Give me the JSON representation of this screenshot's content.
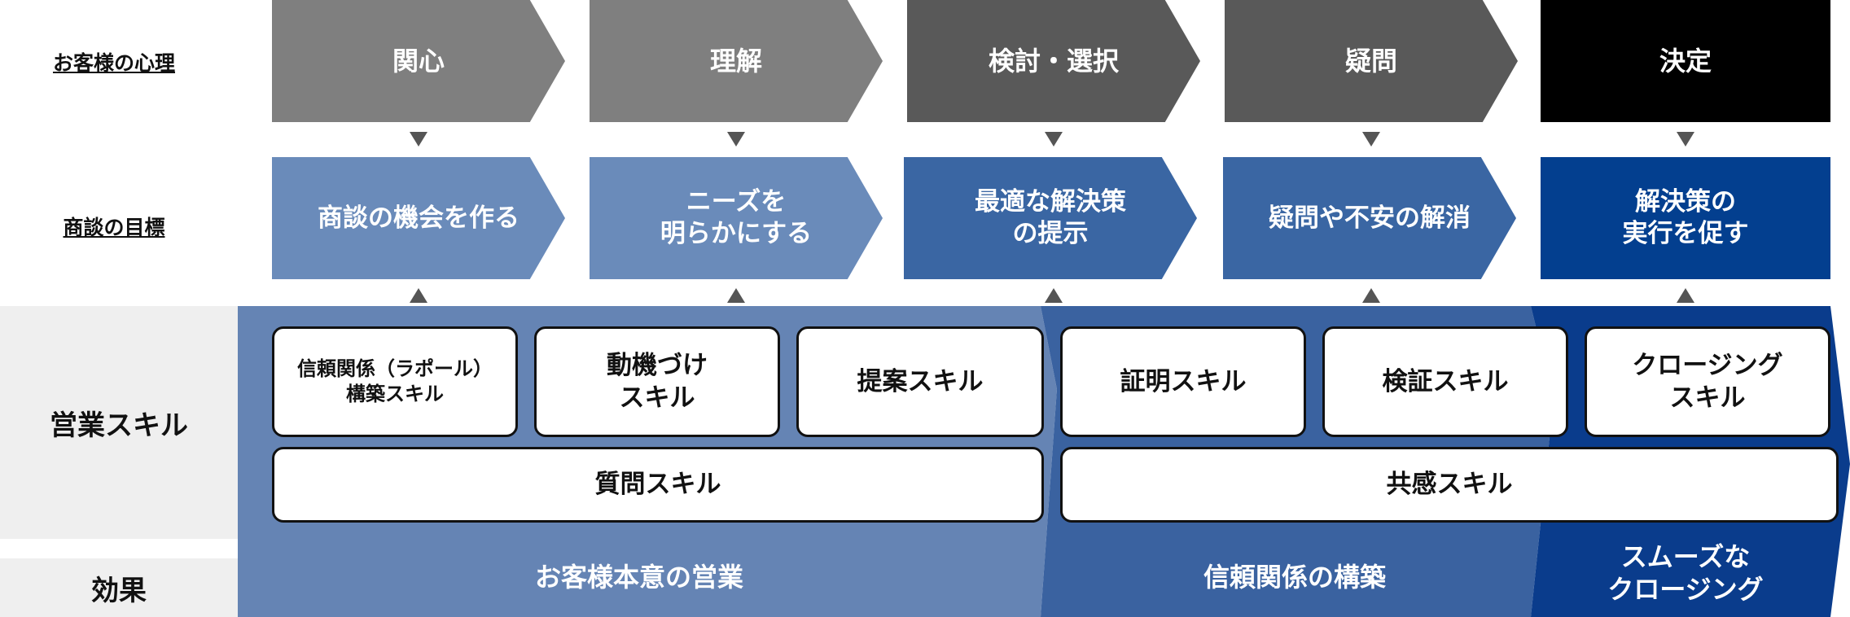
{
  "row_labels": {
    "psychology": "お客様の心理",
    "goal": "商談の目標",
    "skills": "営業スキル",
    "effect": "効果"
  },
  "psychology": [
    "関心",
    "理解",
    "検討・選択",
    "疑問",
    "決定"
  ],
  "goals": [
    "商談の機会を作る",
    "ニーズを\n明らかにする",
    "最適な解決策\nの提示",
    "疑問や不安の解消",
    "解決策の\n実行を促す"
  ],
  "skills": [
    "信頼関係（ラポール）\n構築スキル",
    "動機づけ\nスキル",
    "提案スキル",
    "証明スキル",
    "検証スキル",
    "クロージング\nスキル"
  ],
  "wide_skills": [
    "質問スキル",
    "共感スキル"
  ],
  "effects": [
    "お客様本意の営業",
    "信頼関係の構築",
    "スムーズな\nクロージング"
  ],
  "colors": {
    "psy": [
      "#7f7f7f",
      "#7f7f7f",
      "#595959",
      "#595959",
      "#000000"
    ],
    "goal": [
      "#6a8bba",
      "#6a8bba",
      "#3a66a3",
      "#3a66a3",
      "#033f8f"
    ],
    "band": [
      "#6584b4",
      "#3a62a0",
      "#0a3c8c"
    ]
  }
}
